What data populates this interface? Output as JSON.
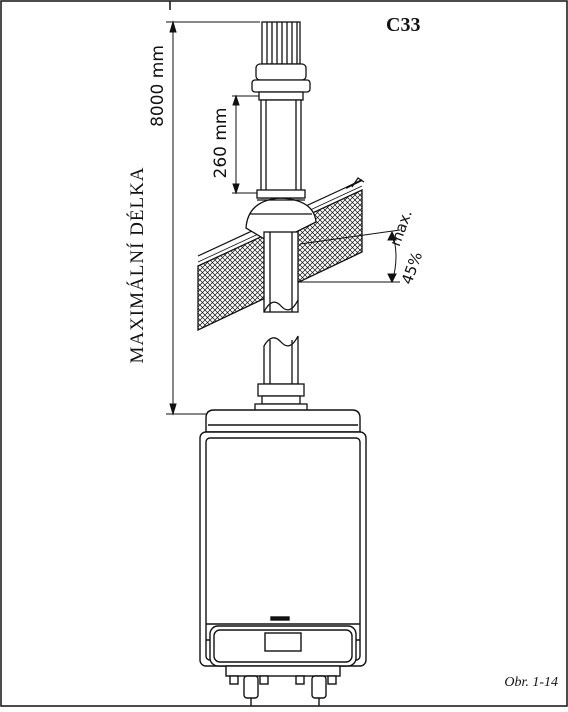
{
  "title": "C33",
  "caption": "Obr. 1-14",
  "labels": {
    "max_length": "MAXIMÁLNÍ DÉLKA",
    "length_8000": "8000 mm",
    "length_260": "260 mm",
    "angle_max": "max.",
    "angle_45": "45%"
  },
  "colors": {
    "line": "#111111",
    "background": "#ffffff"
  }
}
